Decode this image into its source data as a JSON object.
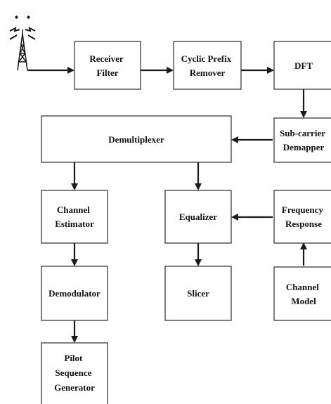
{
  "blocks": {
    "receiver_filter": [
      "Receiver",
      "Filter"
    ],
    "cyclic_prefix_remover": [
      "Cyclic Prefix",
      "Remover"
    ],
    "dft": [
      "DFT"
    ],
    "subcarrier_demapper": [
      "Sub-carrier",
      "Demapper"
    ],
    "demultiplexer": [
      "Demultiplexer"
    ],
    "channel_estimator": [
      "Channel",
      "Estimator"
    ],
    "equalizer": [
      "Equalizer"
    ],
    "frequency_response": [
      "Frequency",
      "Response"
    ],
    "demodulator": [
      "Demodulator"
    ],
    "slicer": [
      "Slicer"
    ],
    "channel_model": [
      "Channel",
      "Model"
    ],
    "pilot_sequence_generator": [
      "Pilot",
      "Sequence",
      "Generator"
    ]
  },
  "colors": {
    "stroke": "#2a2a2a",
    "arrow": "#1a1a1a",
    "text": "#111111",
    "background": "#ffffff"
  },
  "icons": {
    "antenna": "receive-antenna-icon"
  }
}
